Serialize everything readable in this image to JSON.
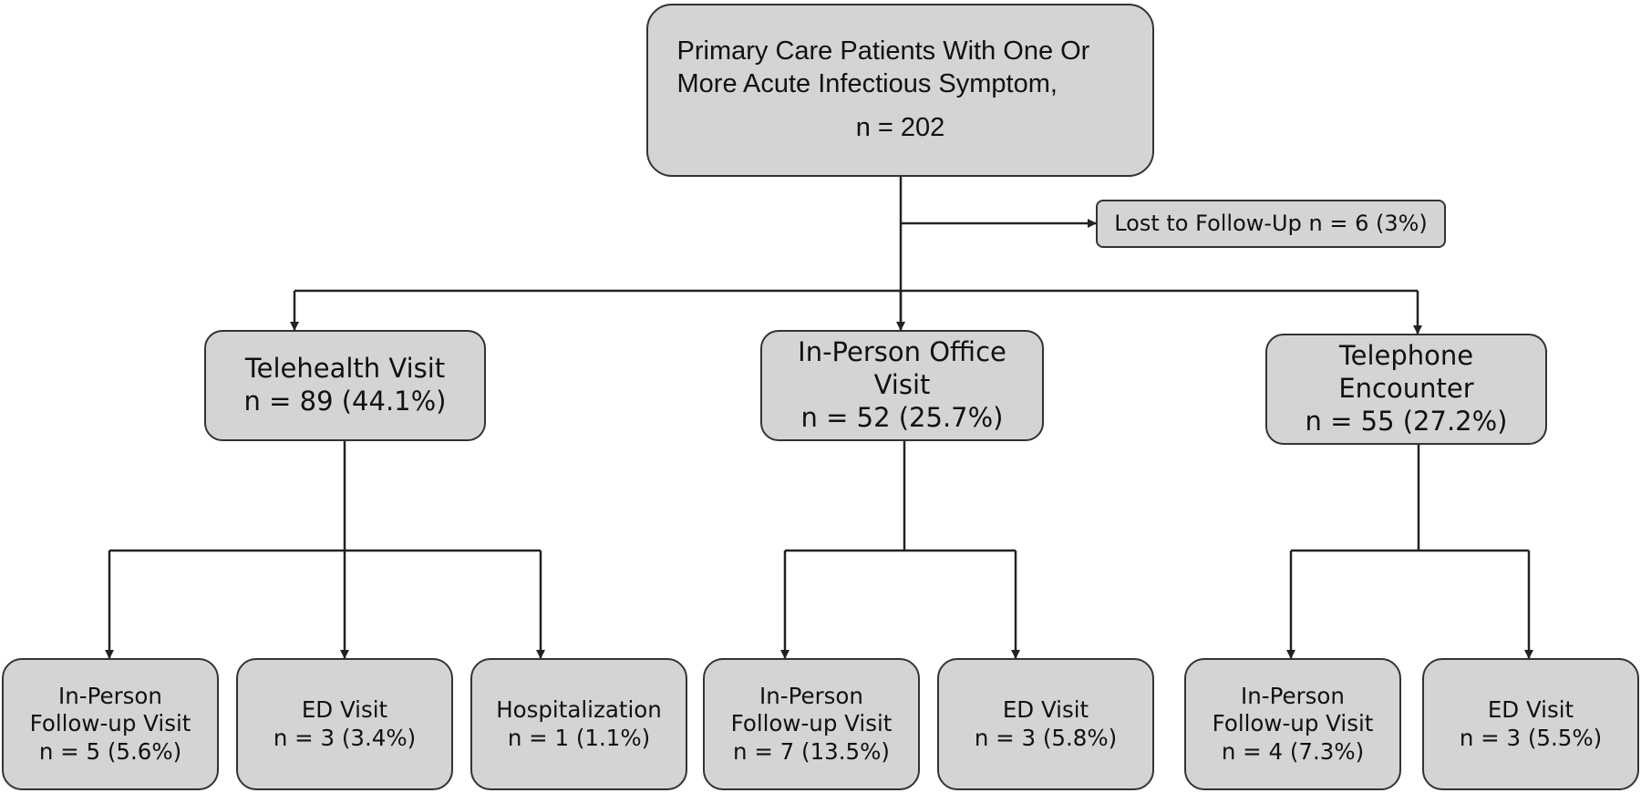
{
  "root": {
    "title_line1": "Primary Care Patients With One Or",
    "title_line2": "More Acute Infectious Symptom,",
    "count": "n = 202"
  },
  "lost_to_followup": "Lost to Follow-Up n = 6 (3%)",
  "visits": [
    {
      "id": "telehealth",
      "lines": [
        "Telehealth Visit",
        "n = 89 (44.1%)"
      ],
      "outcomes": [
        {
          "lines": [
            "In-Person",
            "Follow-up Visit",
            "n = 5 (5.6%)"
          ]
        },
        {
          "lines": [
            "ED Visit",
            "n = 3 (3.4%)"
          ]
        },
        {
          "lines": [
            "Hospitalization",
            "n = 1 (1.1%)"
          ]
        }
      ]
    },
    {
      "id": "in-person-office",
      "lines": [
        "In-Person Office",
        "Visit",
        "n = 52 (25.7%)"
      ],
      "outcomes": [
        {
          "lines": [
            "In-Person",
            "Follow-up Visit",
            "n = 7 (13.5%)"
          ]
        },
        {
          "lines": [
            "ED Visit",
            "n = 3 (5.8%)"
          ]
        }
      ]
    },
    {
      "id": "telephone",
      "lines": [
        "Telephone",
        "Encounter",
        "n = 55 (27.2%)"
      ],
      "outcomes": [
        {
          "lines": [
            "In-Person",
            "Follow-up Visit",
            "n = 4 (7.3%)"
          ]
        },
        {
          "lines": [
            "ED Visit",
            "n = 3 (5.5%)"
          ]
        }
      ]
    }
  ],
  "colors": {
    "box_fill": "#d4d4d4",
    "box_border": "#333333",
    "connector": "#222222"
  }
}
